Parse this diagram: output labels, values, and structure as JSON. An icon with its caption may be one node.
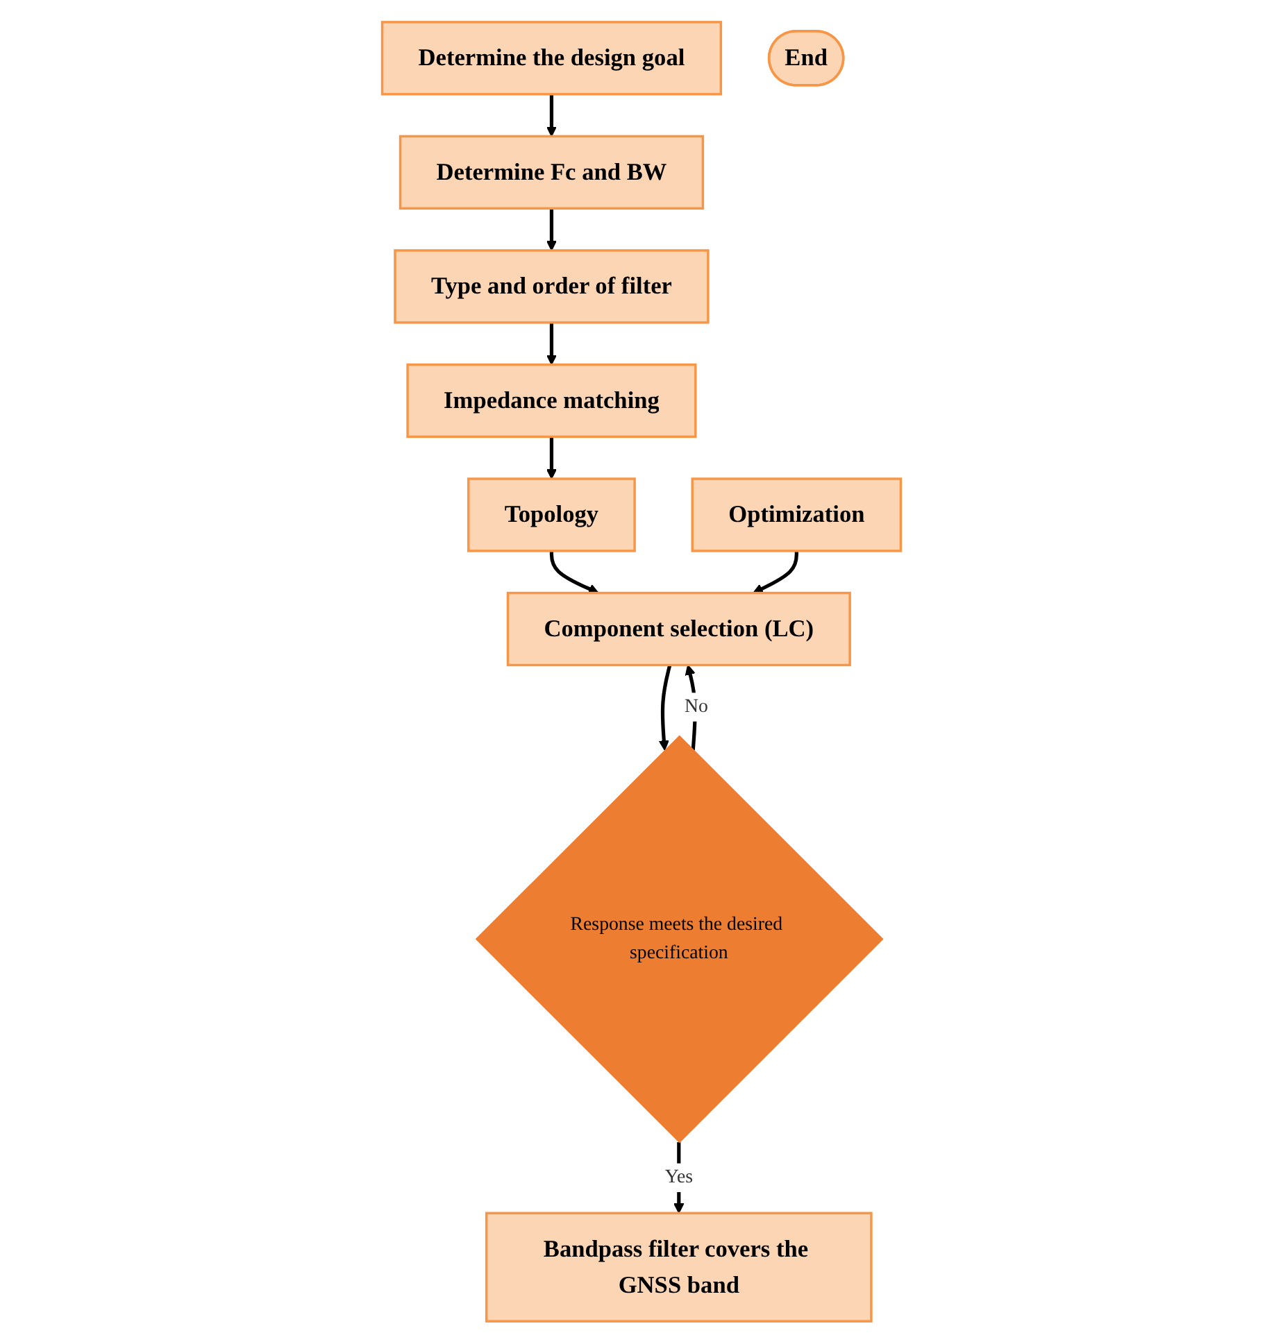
{
  "diagram": {
    "nodes": [
      {
        "text": [
          "Determine the design goal"
        ]
      },
      {
        "text": [
          "Determine Fc and BW"
        ]
      },
      {
        "text": [
          "Type and order of filter"
        ]
      },
      {
        "text": [
          "Impedance matching"
        ]
      },
      {
        "text": [
          "Topology"
        ]
      },
      {
        "text": [
          "Component selection (LC)"
        ]
      },
      {
        "text": [
          "Optimization"
        ]
      },
      {
        "text": [
          "Response meets the desired specification"
        ]
      },
      {
        "text": [
          "Bandpass filter covers the GNSS band"
        ]
      },
      {
        "text": [
          "End"
        ]
      }
    ],
    "edges": [
      {
        "from": 0,
        "to": 1,
        "arrow": "to"
      },
      {
        "from": 1,
        "to": 2,
        "arrow": "to"
      },
      {
        "from": 2,
        "to": 3,
        "arrow": "to"
      },
      {
        "from": 3,
        "to": 4,
        "arrow": "to"
      },
      {
        "from": 4,
        "to": 5,
        "arrow": "to"
      },
      {
        "from": 6,
        "to": 5,
        "arrow": "to"
      },
      {
        "from": 5,
        "to": 7,
        "arrow": "to"
      },
      {
        "from": 7,
        "to": 5,
        "arrow": "to",
        "label": "No"
      },
      {
        "from": 7,
        "to": 8,
        "arrow": "to",
        "label": "Yes"
      }
    ]
  }
}
